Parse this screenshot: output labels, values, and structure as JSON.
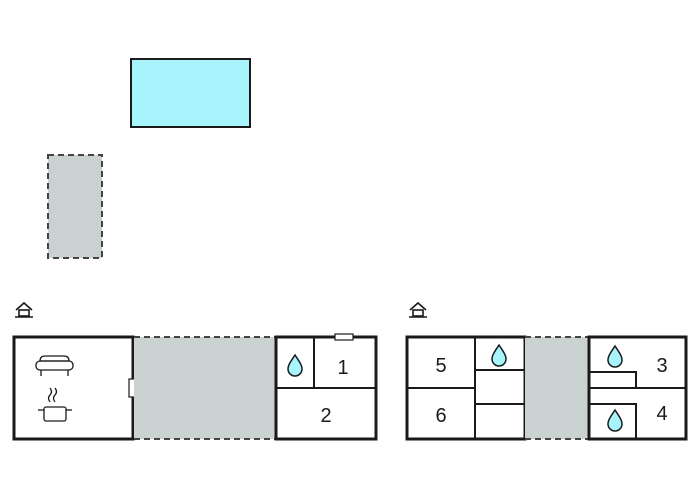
{
  "colors": {
    "pool": "#a8f4fc",
    "terrace": "#c9d1d1",
    "wall": "#1a1a1a",
    "water_drop": "#a8f4fc",
    "background": "#ffffff"
  },
  "outdoor": {
    "pool_label": "",
    "terrace_label": ""
  },
  "building_a": {
    "icon": "house-icon",
    "room_labels": [
      "1",
      "2"
    ],
    "living_icon": "sofa-icon",
    "kitchen_icon": "cooking-pot-icon",
    "bathroom_icon": "water-drop-icon"
  },
  "building_b": {
    "icon": "house-icon",
    "room_labels": [
      "5",
      "6",
      "3",
      "4"
    ],
    "bathroom_icon": "water-drop-icon"
  }
}
